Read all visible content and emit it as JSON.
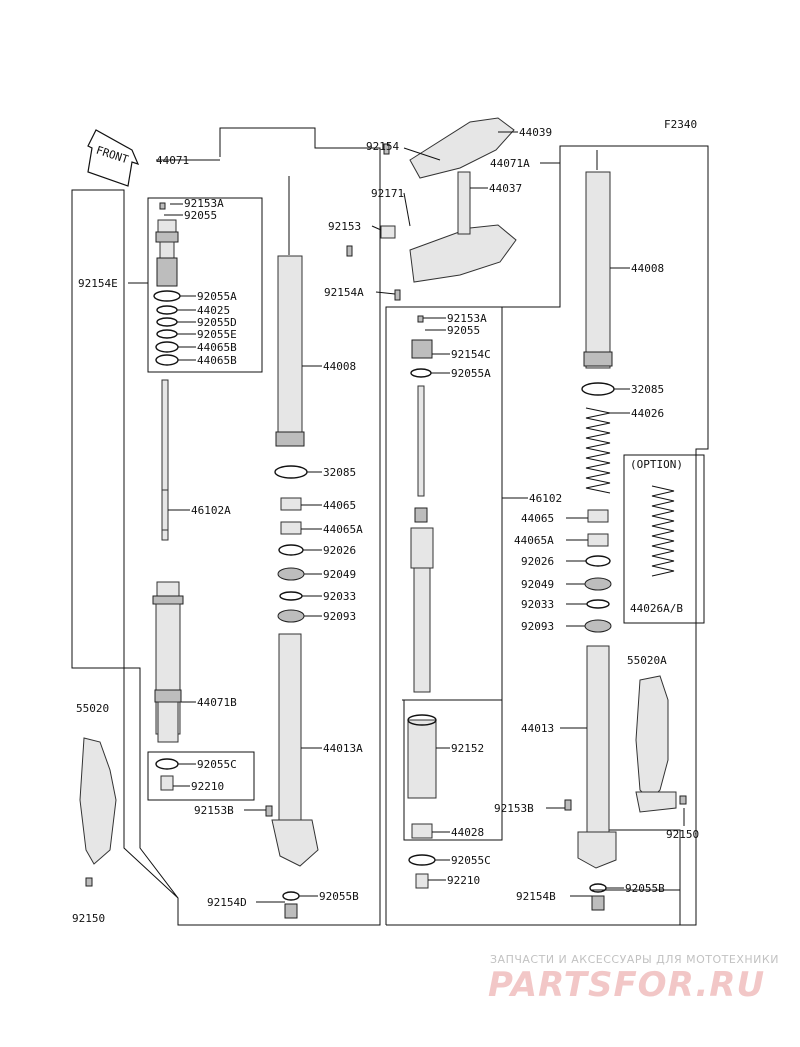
{
  "diagram": {
    "code": "F2340",
    "front_label": "FRONT",
    "option_label": "(OPTION)",
    "watermark_top": "ЗАПЧАСТИ И АКСЕССУАРЫ ДЛЯ МОТОТЕХНИКИ",
    "watermark_logo": "PARTSFOR.RU",
    "labels": {
      "l44071": "44071",
      "l92153A_1": "92153A",
      "l92055_1": "92055",
      "l92154E": "92154E",
      "l92055A_1": "92055A",
      "l44025": "44025",
      "l92055D": "92055D",
      "l92055E": "92055E",
      "l44065B_1": "44065B",
      "l44065B_2": "44065B",
      "l46102A": "46102A",
      "l44071B": "44071B",
      "l92055C_1": "92055C",
      "l92210_1": "92210",
      "l55020": "55020",
      "l92150_1": "92150",
      "l92153B_1": "92153B",
      "l92154D": "92154D",
      "l92055B_1": "92055B",
      "l44008_1": "44008",
      "l32085_1": "32085",
      "l44065_1": "44065",
      "l44065A_1": "44065A",
      "l92026_1": "92026",
      "l92049_1": "92049",
      "l92033_1": "92033",
      "l92093_1": "92093",
      "l44013A": "44013A",
      "l92154_t": "92154",
      "l44039": "44039",
      "l44071A": "44071A",
      "l92171": "92171",
      "l44037": "44037",
      "l92153": "92153",
      "l92154A": "92154A",
      "l92153A_2": "92153A",
      "l92055_2": "92055",
      "l92154C": "92154C",
      "l92055A_2": "92055A",
      "l46102": "46102",
      "l92152": "92152",
      "l44028": "44028",
      "l92055C_2": "92055C",
      "l92210_2": "92210",
      "l44008_2": "44008",
      "l32085_2": "32085",
      "l44026": "44026",
      "l44065_2": "44065",
      "l44065A_2": "44065A",
      "l92026_2": "92026",
      "l92049_2": "92049",
      "l92033_2": "92033",
      "l92093_2": "92093",
      "l44026AB": "44026A/B",
      "l55020A": "55020A",
      "l44013": "44013",
      "l92153B_2": "92153B",
      "l92150_2": "92150",
      "l92154B": "92154B",
      "l92055B_2": "92055B"
    }
  }
}
